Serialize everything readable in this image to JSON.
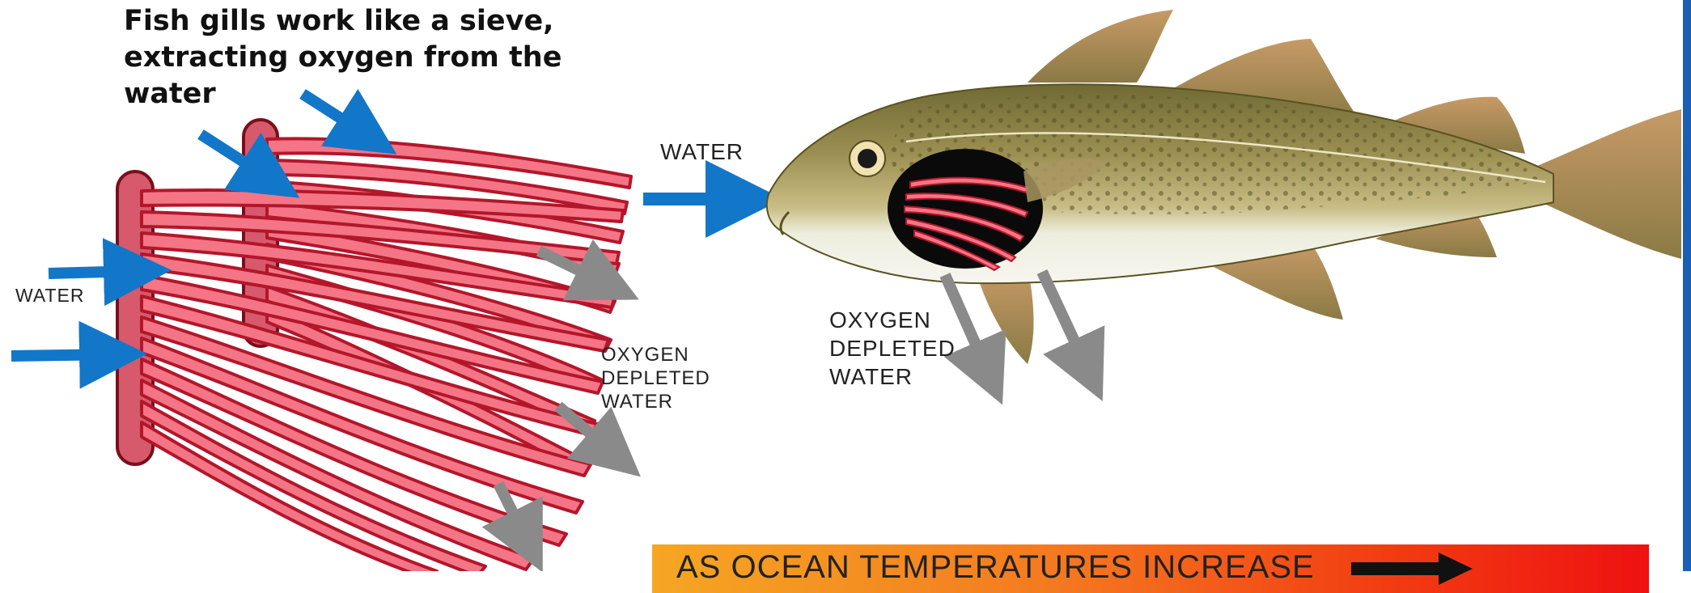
{
  "title": "Fish gills work like a sieve, extracting oxygen from the water",
  "labels": {
    "water_left": "WATER",
    "water_fish": "WATER",
    "oxygen_depleted_left": [
      "OXYGEN",
      "DEPLETED",
      "WATER"
    ],
    "oxygen_depleted_fish": [
      "OXYGEN",
      "DEPLETED",
      "WATER"
    ]
  },
  "banner": {
    "text": "AS OCEAN TEMPERATURES INCREASE"
  },
  "colors": {
    "water_arrow": "#1277c8",
    "depleted_arrow": "#8a8a8a",
    "gill_fill": "#f47585",
    "gill_stroke": "#b3162b",
    "gill_bar": "#d65a6c",
    "banner_start": "#f5a623",
    "banner_end": "#ee1111"
  },
  "icons": [
    "gill-filaments-illustration",
    "cod-fish-illustration",
    "blue-arrow-icon",
    "gray-arrow-icon",
    "black-arrow-icon"
  ]
}
